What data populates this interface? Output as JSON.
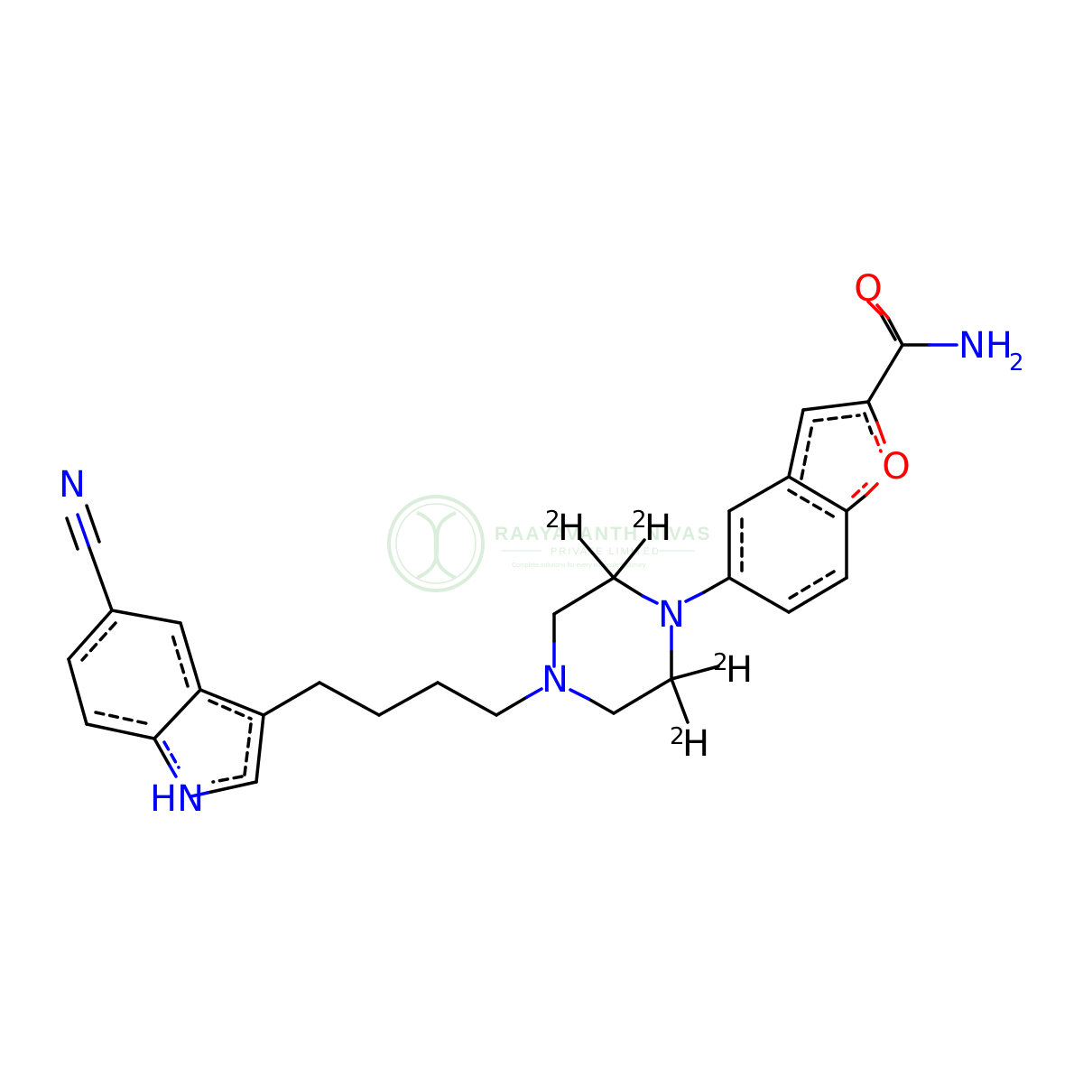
{
  "watermark": {
    "title": "RAAYAVANTH NIVAS",
    "subtitle": "PRIVATE LIMITED",
    "tagline": "Complete solutions for every molecule's journey"
  },
  "atoms": {
    "nitrile_n": "N",
    "indole_nh": "HN",
    "piperazine_n4": "N",
    "piperazine_n1": "N",
    "furan_o": "O",
    "carbonyl_o": "O",
    "amide_n": "NH",
    "amide_n_sub": "2",
    "deuterium_symbol": "H",
    "deuterium_mass": "2"
  },
  "colors": {
    "bond": "#000000",
    "nitrogen": "#0000ff",
    "oxygen": "#ff0000",
    "watermark": "#7fbf7f"
  }
}
